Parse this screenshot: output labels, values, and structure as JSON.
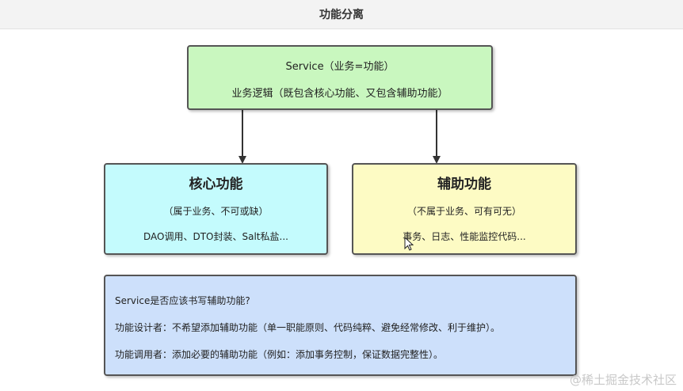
{
  "page": {
    "title": "功能分离"
  },
  "service_box": {
    "line1": "Service（业务=功能）",
    "line2": "业务逻辑（既包含核心功能、又包含辅助功能）"
  },
  "core_box": {
    "heading": "核心功能",
    "note": "（属于业务、不可或缺）",
    "examples": "DAO调用、DTO封装、Salt私盐..."
  },
  "aux_box": {
    "heading": "辅助功能",
    "note": "（不属于业务、可有可无）",
    "examples": "事务、日志、性能监控代码..."
  },
  "note_box": {
    "question": "Service是否应该书写辅助功能?",
    "designer": "功能设计者：不希望添加辅助功能（单一职能原则、代码纯粹、避免经常修改、利于维护）。",
    "caller": "功能调用者：添加必要的辅助功能（例如：添加事务控制，保证数据完整性）。"
  },
  "watermark": "@稀土掘金技术社区",
  "colors": {
    "service_fill": "#c9f7bf",
    "core_fill": "#c4fbfd",
    "aux_fill": "#fdfbc4",
    "note_fill": "#cde0fb",
    "border": "#555555",
    "arrow": "#333333"
  },
  "icons": {
    "arrow": "arrow-down",
    "pointer": "mouse-cursor"
  }
}
